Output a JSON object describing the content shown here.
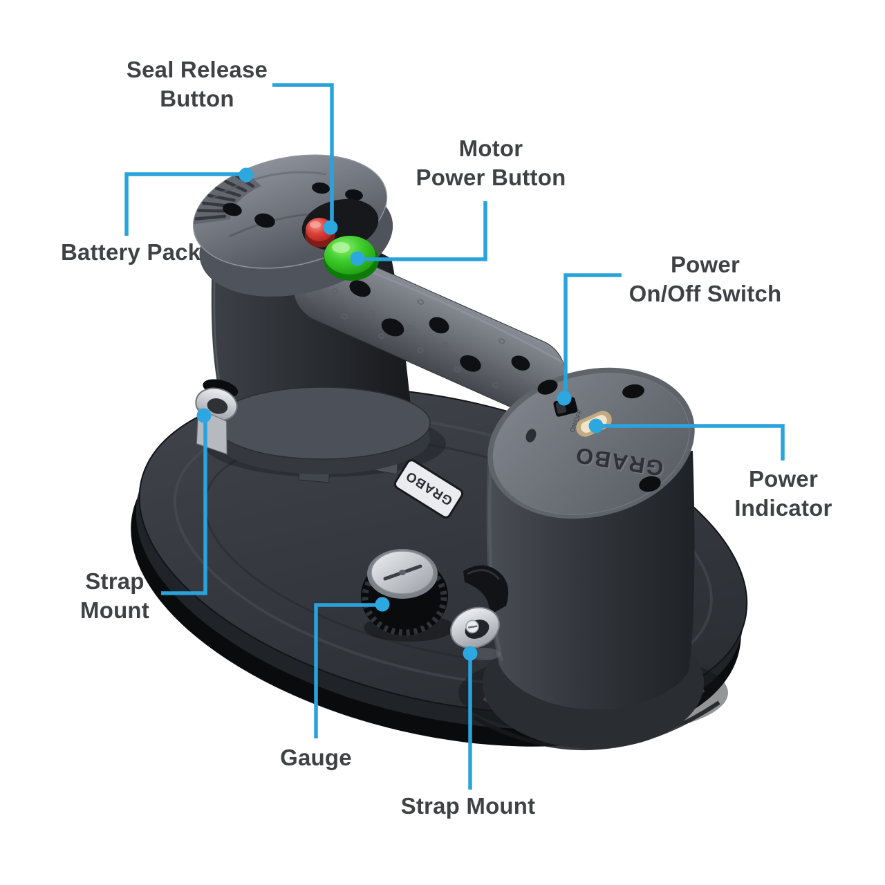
{
  "colors": {
    "leader_line": "#29a3dc",
    "label_text": "#3f4245",
    "seal_release_button": "#c8302a",
    "motor_power_button": "#2fc01e",
    "power_indicator": "#d6c093",
    "device_body_gray": "#33363b",
    "background": "#ffffff"
  },
  "labels": {
    "seal_release": {
      "line1": "Seal Release",
      "line2": "Button"
    },
    "motor_power": {
      "line1": "Motor",
      "line2": "Power Button"
    },
    "battery_pack": {
      "text": "Battery Pack"
    },
    "power_switch": {
      "line1": "Power",
      "line2": "On/Off Switch"
    },
    "power_indicator": {
      "line1": "Power",
      "line2": "Indicator"
    },
    "strap_mount_left": {
      "line1": "Strap",
      "line2": "Mount"
    },
    "gauge": {
      "text": "Gauge"
    },
    "strap_mount_bottom": {
      "text": "Strap Mount"
    }
  },
  "device": {
    "brand_engraved": "GRABO",
    "brand_plate": "GRABO",
    "switch_text": "ON/OFF"
  }
}
